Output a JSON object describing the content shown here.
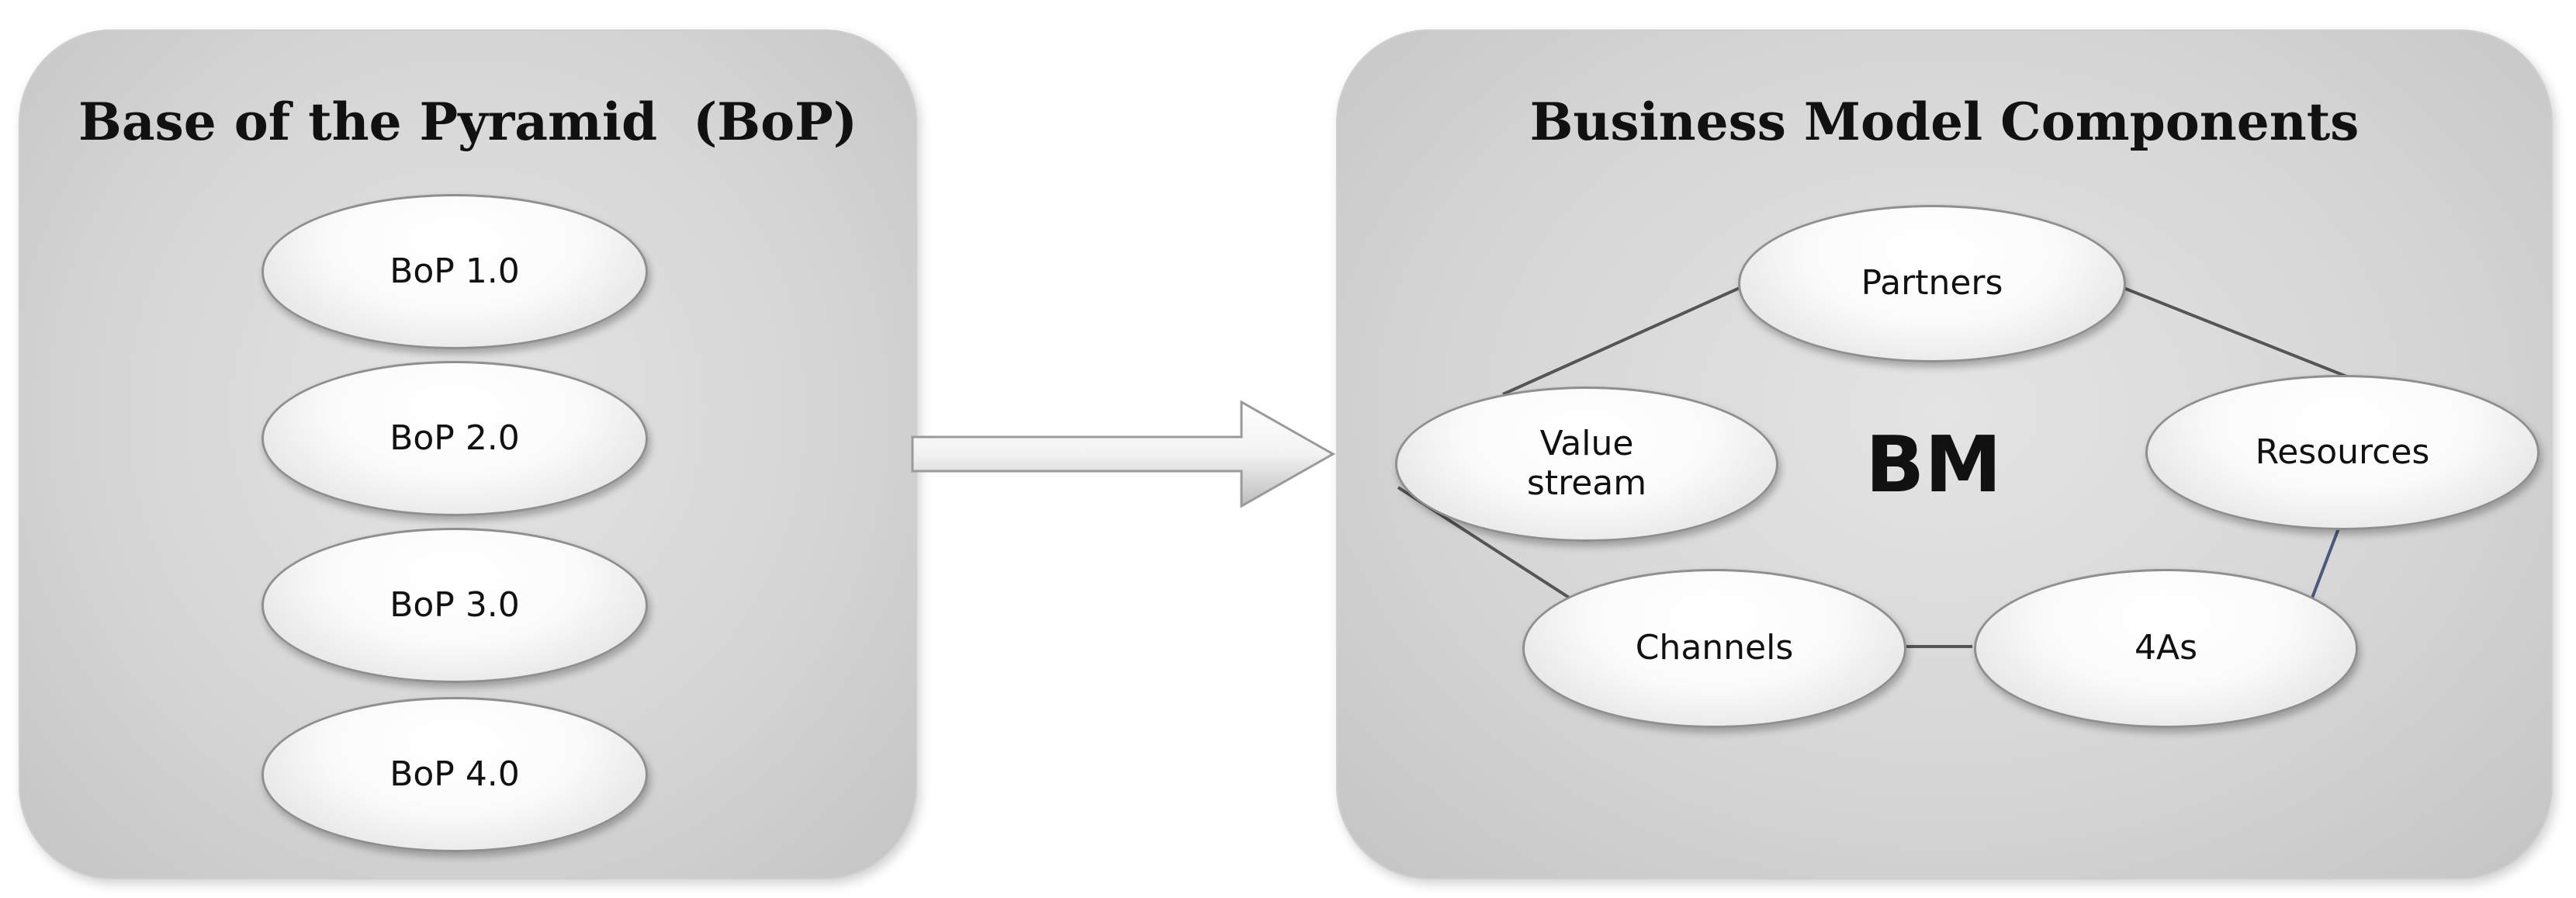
{
  "left_panel": {
    "title": "Base of the Pyramid  (BoP)",
    "items": [
      {
        "label": "BoP 1.0"
      },
      {
        "label": "BoP 2.0"
      },
      {
        "label": "BoP 3.0"
      },
      {
        "label": "BoP 4.0"
      }
    ]
  },
  "right_panel": {
    "title": "Business Model Components",
    "center_label": "BM",
    "components": {
      "partners": "Partners",
      "value_stream": "Value\nstream",
      "resources": "Resources",
      "channels": "Channels",
      "four_as": "4As"
    }
  },
  "colors": {
    "panel_fill": "#d6d6d6",
    "oval_fill": "#ffffff",
    "connector": "#555555"
  }
}
